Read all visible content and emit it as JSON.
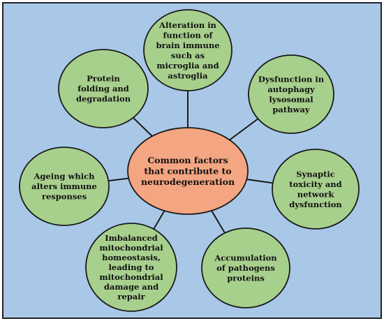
{
  "colors": {
    "panel_background": "#a9c8e8",
    "panel_border": "#222222",
    "center_fill": "#f4a582",
    "outer_fill": "#a8d08d",
    "node_border": "#1a1a1a",
    "connector": "#1a1a1a"
  },
  "center": {
    "lines": [
      "Common factors",
      "that contribute to",
      "neurodegeneration"
    ]
  },
  "factors": [
    {
      "id": "brain-immune",
      "lines": [
        "Alteration in",
        "function of",
        "brain immune",
        "such as",
        "microglia and",
        "astroglia"
      ]
    },
    {
      "id": "autophagy",
      "lines": [
        "Dysfunction in",
        "autophagy",
        "lysosomal",
        "pathway"
      ]
    },
    {
      "id": "synaptic",
      "lines": [
        "Synaptic",
        "toxicity and",
        "network",
        "dysfunction"
      ]
    },
    {
      "id": "pathogens",
      "lines": [
        "Accumulation",
        "of pathogens",
        "proteins"
      ]
    },
    {
      "id": "mitochondrial",
      "lines": [
        "Imbalanced",
        "mitochondrial",
        "homeostasis,",
        "leading to",
        "mitochondrial",
        "damage and",
        "repair"
      ]
    },
    {
      "id": "ageing",
      "lines": [
        "Ageing which",
        "alters immune",
        "responses"
      ]
    },
    {
      "id": "protein-folding",
      "lines": [
        "Protein",
        "folding and",
        "degradation"
      ]
    }
  ]
}
